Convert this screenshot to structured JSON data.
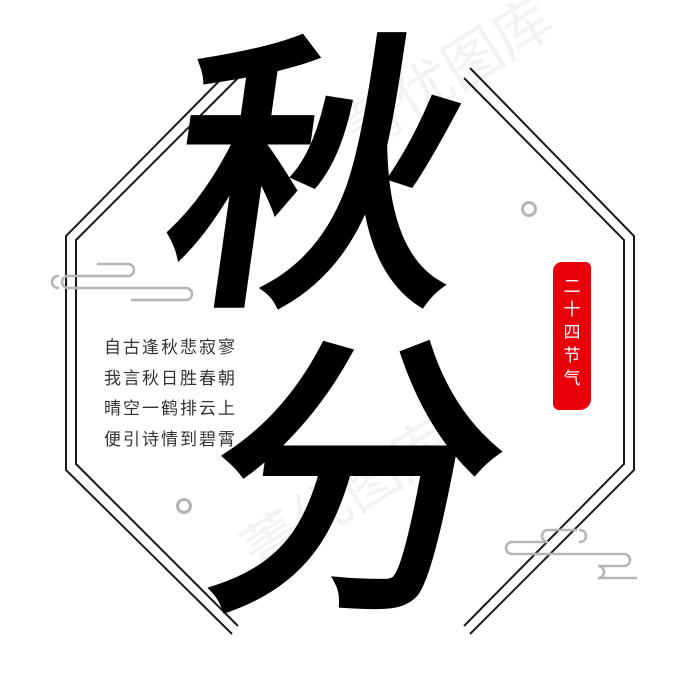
{
  "title": {
    "char_1": "秋",
    "char_2": "分"
  },
  "poem": {
    "lines": [
      "自古逢秋悲寂寥",
      "我言秋日胜春朝",
      "晴空一鹤排云上",
      "便引诗情到碧霄"
    ]
  },
  "seal": {
    "chars": [
      "二",
      "十",
      "四",
      "节",
      "气"
    ]
  },
  "watermark": {
    "text": "菁优图库"
  },
  "colors": {
    "ink": "#000000",
    "seal_red": "#e8000a",
    "frame_line": "#1a1a1a",
    "cloud_grey": "#b5b5b5"
  }
}
